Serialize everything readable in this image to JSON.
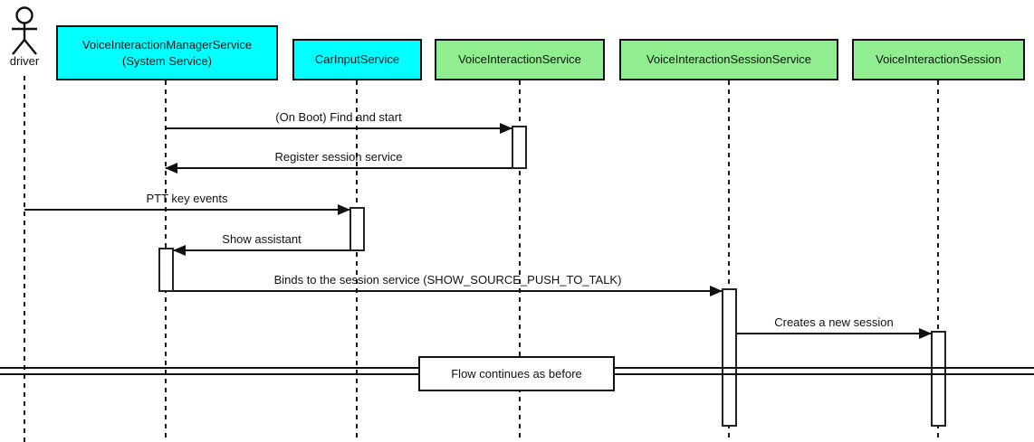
{
  "diagram_type": "uml-sequence-diagram",
  "actor": {
    "label": "driver"
  },
  "participants": [
    {
      "id": "vims",
      "line1": "VoiceInteractionManagerService",
      "line2": "(System Service)",
      "color": "#00FFFF"
    },
    {
      "id": "carinput",
      "label": "CarInputService",
      "color": "#00FFFF"
    },
    {
      "id": "vis",
      "label": "VoiceInteractionService",
      "color": "#90EE90"
    },
    {
      "id": "viss",
      "label": "VoiceInteractionSessionService",
      "color": "#90EE90"
    },
    {
      "id": "visession",
      "label": "VoiceInteractionSession",
      "color": "#90EE90"
    }
  ],
  "messages": [
    {
      "label": "(On Boot) Find and start",
      "from": "VoiceInteractionManagerService",
      "to": "VoiceInteractionService",
      "direction": "right"
    },
    {
      "label": "Register session service",
      "from": "VoiceInteractionService",
      "to": "VoiceInteractionManagerService",
      "direction": "left"
    },
    {
      "label": "PTT key events",
      "from": "driver",
      "to": "CarInputService",
      "direction": "right"
    },
    {
      "label": "Show assistant",
      "from": "CarInputService",
      "to": "VoiceInteractionManagerService",
      "direction": "left"
    },
    {
      "label": "Binds to the session service (SHOW_SOURCE_PUSH_TO_TALK)",
      "from": "VoiceInteractionManagerService",
      "to": "VoiceInteractionSessionService",
      "direction": "right"
    },
    {
      "label": "Creates a new session",
      "from": "VoiceInteractionSessionService",
      "to": "VoiceInteractionSession",
      "direction": "right"
    }
  ],
  "divider": {
    "label": "Flow continues as before"
  },
  "colors": {
    "participant_cyan": "#00FFFF",
    "participant_green": "#90EE90",
    "line": "#111111",
    "background": "#FFFFFF"
  }
}
